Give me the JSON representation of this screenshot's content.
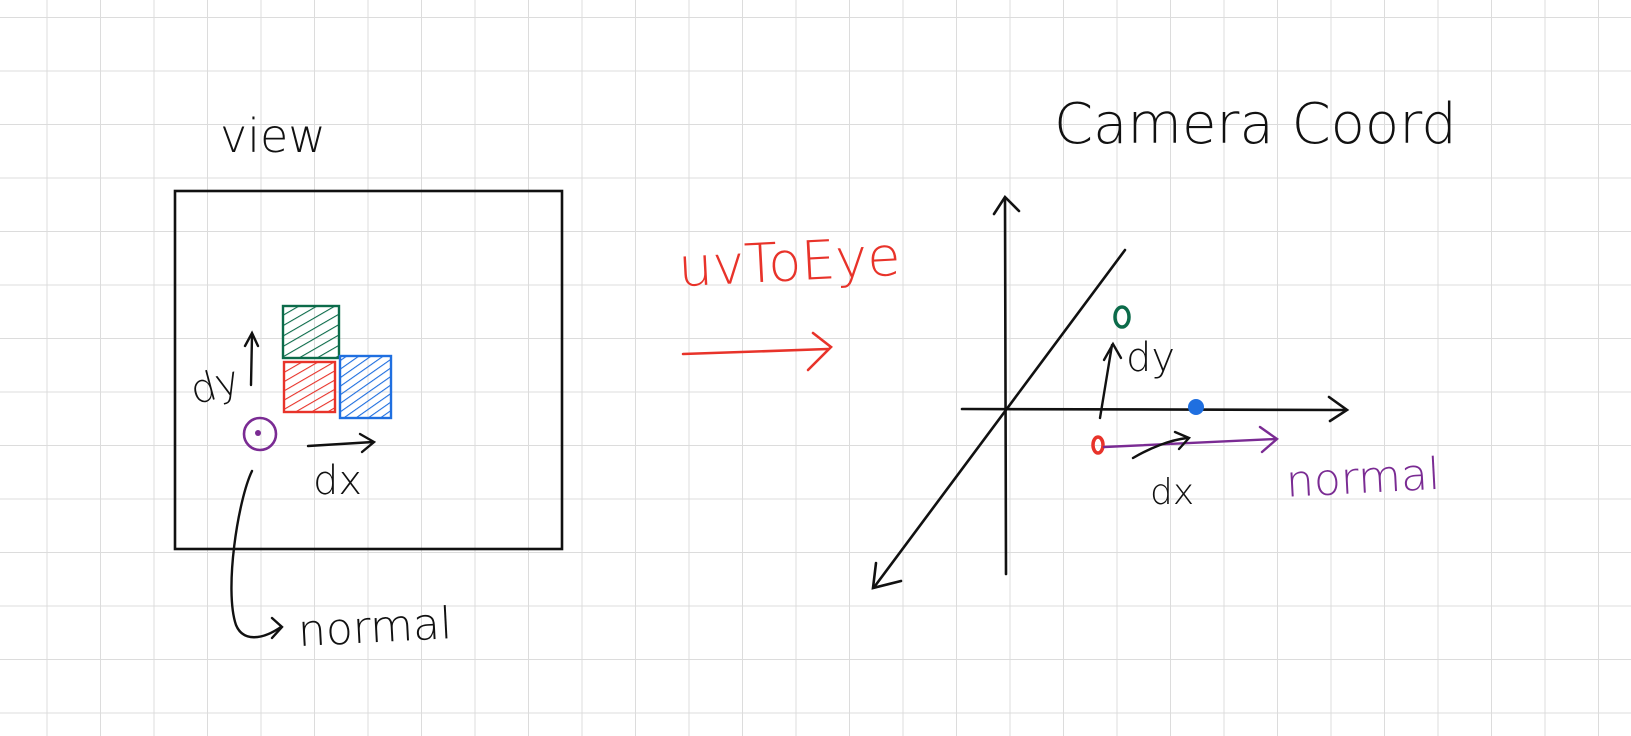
{
  "labels": {
    "view_title": "view",
    "view_dy": "dy",
    "view_dx": "dx",
    "view_normal": "normal",
    "transform": "uvToEye",
    "camera_title": "Camera Coord",
    "camera_dy": "dy",
    "camera_dx": "dx",
    "camera_normal": "normal"
  },
  "colors": {
    "ink": "#111111",
    "green": "#0c6b4a",
    "red": "#e8332a",
    "blue": "#1f6fe0",
    "purple": "#7a2b93",
    "grid": "#dcdcdc"
  },
  "icons": {
    "arrow": "arrow-icon",
    "pixel_swatch": "hatched-square-icon",
    "point": "dot-icon"
  }
}
